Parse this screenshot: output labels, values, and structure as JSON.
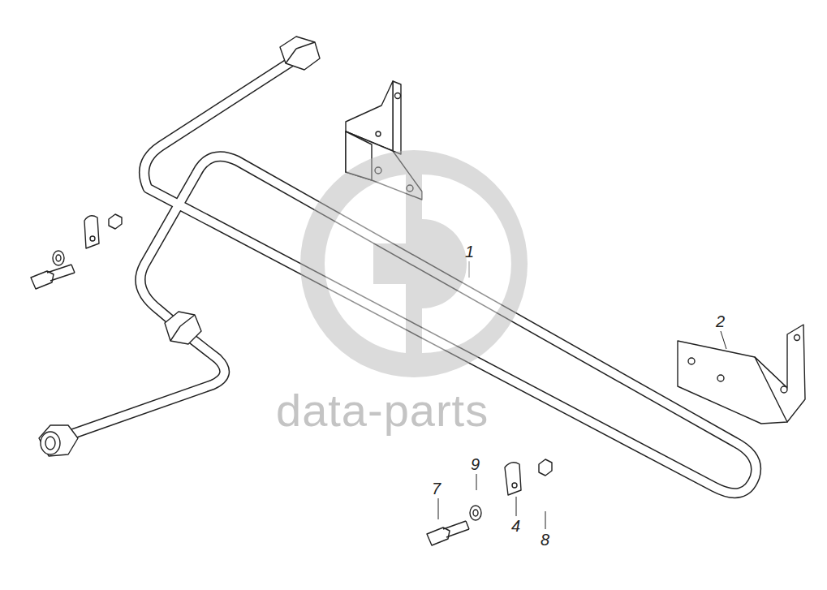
{
  "diagram": {
    "labels": [
      "1",
      "2",
      "4",
      "7",
      "8",
      "9",
      "data-parts"
    ]
  }
}
